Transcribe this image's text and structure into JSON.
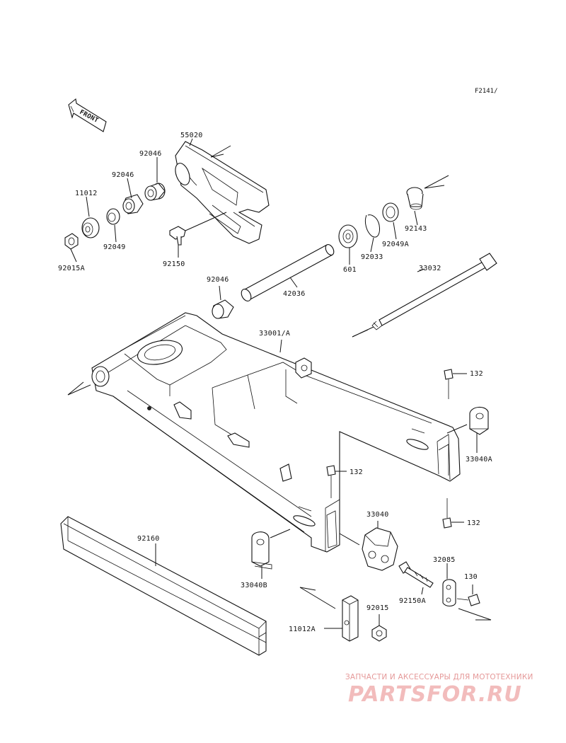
{
  "diagram": {
    "ref_code": "F2141/",
    "front_label": "FRONT",
    "parts": {
      "p55020": "55020",
      "p92046a": "92046",
      "p92046b": "92046",
      "p11012": "11012",
      "p92049": "92049",
      "p92015a": "92015A",
      "p92150": "92150",
      "p92143": "92143",
      "p92049a": "92049A",
      "p92033": "92033",
      "p601": "601",
      "p42036": "42036",
      "p92046c": "92046",
      "p33032": "33032",
      "p33001a": "33001/A",
      "p132a": "132",
      "p132b": "132",
      "p132c": "132",
      "p33040a": "33040A",
      "p33040": "33040",
      "p92160": "92160",
      "p33040b": "33040B",
      "p32085": "32085",
      "p130": "130",
      "p92150a": "92150A",
      "p92015": "92015",
      "p11012a": "11012A"
    }
  },
  "watermark": {
    "caption": "ЗАПЧАСТИ И АКСЕССУАРЫ ДЛЯ МОТОТЕХНИКИ",
    "logo": "PARTSFOR.RU"
  }
}
